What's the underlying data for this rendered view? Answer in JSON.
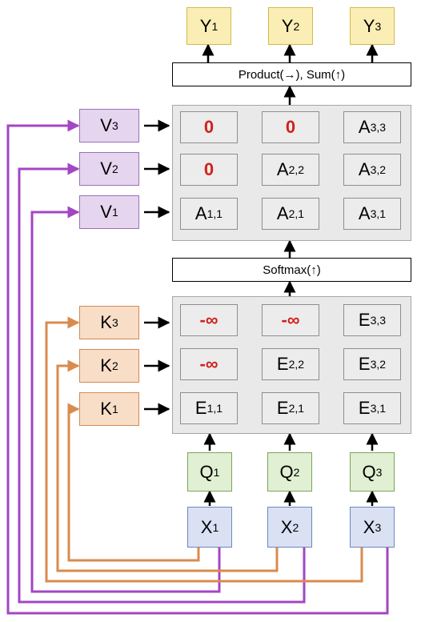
{
  "outputs": [
    {
      "base": "Y",
      "sub": "1"
    },
    {
      "base": "Y",
      "sub": "2"
    },
    {
      "base": "Y",
      "sub": "3"
    }
  ],
  "top_op_label": "Product(→),  Sum(↑)",
  "softmax_label": "Softmax(↑)",
  "values": [
    {
      "base": "V",
      "sub": "3"
    },
    {
      "base": "V",
      "sub": "2"
    },
    {
      "base": "V",
      "sub": "1"
    }
  ],
  "keys": [
    {
      "base": "K",
      "sub": "3"
    },
    {
      "base": "K",
      "sub": "2"
    },
    {
      "base": "K",
      "sub": "1"
    }
  ],
  "queries": [
    {
      "base": "Q",
      "sub": "1"
    },
    {
      "base": "Q",
      "sub": "2"
    },
    {
      "base": "Q",
      "sub": "3"
    }
  ],
  "inputs": [
    {
      "base": "X",
      "sub": "1"
    },
    {
      "base": "X",
      "sub": "2"
    },
    {
      "base": "X",
      "sub": "3"
    }
  ],
  "attention_grid": [
    [
      {
        "text": "0",
        "masked": true
      },
      {
        "text": "0",
        "masked": true
      },
      {
        "base": "A",
        "sub": "3,3"
      }
    ],
    [
      {
        "text": "0",
        "masked": true
      },
      {
        "base": "A",
        "sub": "2,2"
      },
      {
        "base": "A",
        "sub": "3,2"
      }
    ],
    [
      {
        "base": "A",
        "sub": "1,1"
      },
      {
        "base": "A",
        "sub": "2,1"
      },
      {
        "base": "A",
        "sub": "3,1"
      }
    ]
  ],
  "energy_grid": [
    [
      {
        "text": "-∞",
        "masked": true
      },
      {
        "text": "-∞",
        "masked": true
      },
      {
        "base": "E",
        "sub": "3,3"
      }
    ],
    [
      {
        "text": "-∞",
        "masked": true
      },
      {
        "base": "E",
        "sub": "2,2"
      },
      {
        "base": "E",
        "sub": "3,2"
      }
    ],
    [
      {
        "base": "E",
        "sub": "1,1"
      },
      {
        "base": "E",
        "sub": "2,1"
      },
      {
        "base": "E",
        "sub": "3,1"
      }
    ]
  ],
  "colors": {
    "value_wire": "#a346c4",
    "key_wire": "#d98b4e",
    "arrow": "#000000",
    "masked_text": "#d0211c"
  }
}
